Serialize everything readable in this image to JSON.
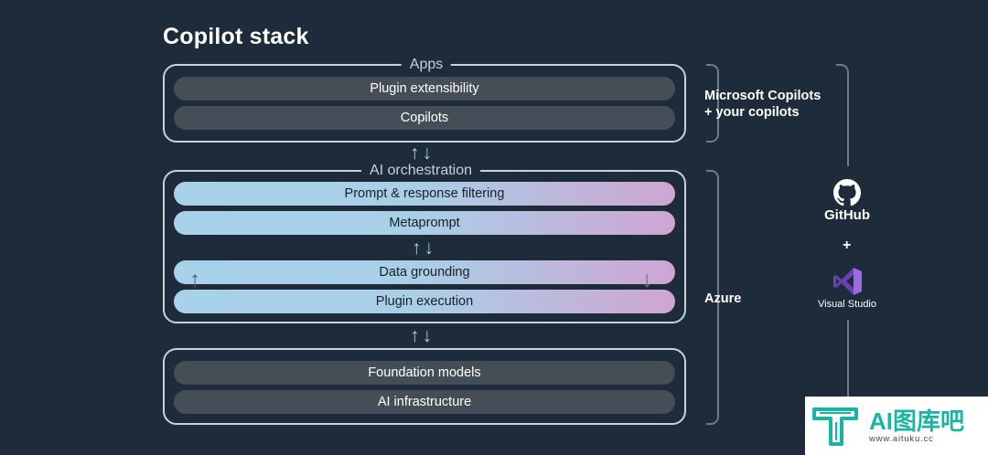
{
  "title": "Copilot stack",
  "apps": {
    "label": "Apps",
    "bars": [
      "Plugin extensibility",
      "Copilots"
    ]
  },
  "orchestration": {
    "label": "AI orchestration",
    "bars": [
      "Prompt & response filtering",
      "Metaprompt",
      "Data grounding",
      "Plugin execution"
    ]
  },
  "foundation": {
    "bars": [
      "Foundation models",
      "AI infrastructure"
    ]
  },
  "arrows": {
    "bidirectional": "↑↓",
    "up": "↑",
    "down": "↓"
  },
  "side": {
    "copilots_line1": "Microsoft Copilots",
    "copilots_line2": "+ your copilots",
    "azure": "Azure"
  },
  "tools": {
    "github": "GitHub",
    "plus": "+",
    "visual_studio": "Visual Studio"
  },
  "watermark": {
    "brand": "AI图库吧",
    "url": "www.aituku.cc"
  },
  "colors": {
    "background": "#1d2b3a",
    "bar_dark": "#454e57",
    "gradient_start": "#a8d2ea",
    "gradient_end": "#cfa5d2",
    "vs_purple": "#8a5bd1",
    "watermark_teal": "#18b5a5"
  }
}
